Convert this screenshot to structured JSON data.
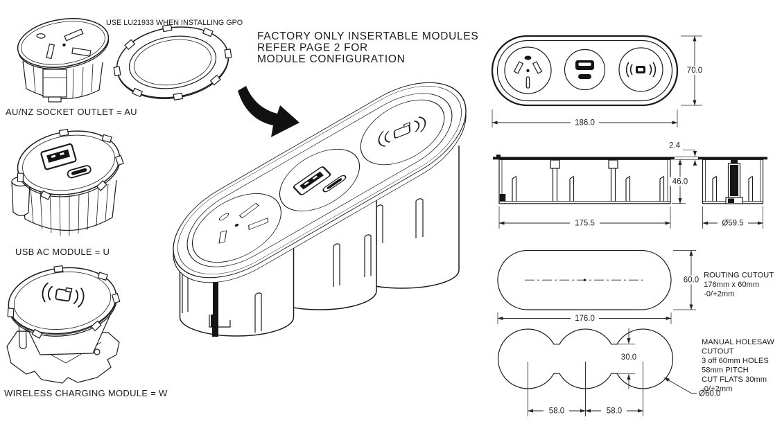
{
  "drawing": {
    "notes": {
      "gpo": "USE LU21933 WHEN INSTALLING GPO",
      "factory_line1": "FACTORY ONLY INSERTABLE MODULES",
      "factory_line2": "REFER PAGE 2 FOR",
      "factory_line3": "MODULE CONFIGURATION"
    },
    "module_labels": {
      "au": "AU/NZ SOCKET OUTLET = AU",
      "usb": "USB AC MODULE = U",
      "wireless": "WIRELESS CHARGING MODULE = W"
    },
    "dimensions": {
      "plan_width": "186.0",
      "plan_height": "70.0",
      "flange_thickness": "2.4",
      "body_depth": "46.0",
      "body_length": "175.5",
      "end_diameter": "Ø59.5",
      "routing_width": "176.0",
      "routing_height": "60.0",
      "pitch_left": "58.0",
      "pitch_right": "58.0",
      "flat_height": "30.0",
      "hole_diameter": "Ø60.0"
    },
    "cutout_notes": {
      "routing": [
        "ROUTING CUTOUT",
        "176mm x 60mm",
        "-0/+2mm"
      ],
      "holesaw": [
        "MANUAL HOLESAW",
        "CUTOUT",
        "3 off 60mm HOLES",
        "58mm PITCH",
        "CUT FLATS 30mm",
        "-0/+2mm"
      ]
    }
  }
}
